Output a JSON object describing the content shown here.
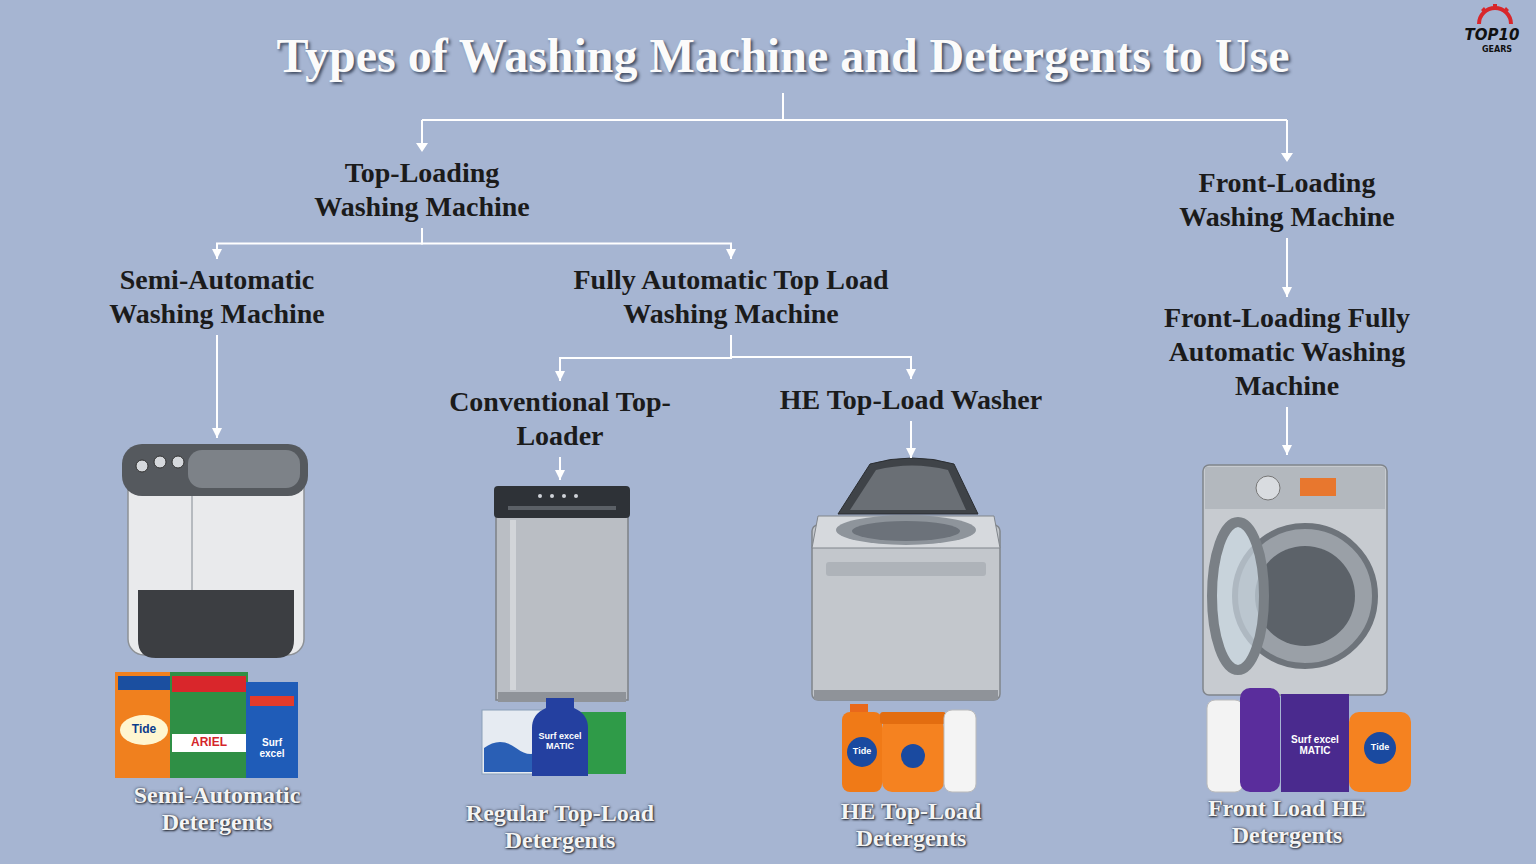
{
  "diagram": {
    "title": "Types of Washing Machine and Detergents to Use",
    "nodes": [
      {
        "text": [
          "Top-Loading Washing Machine"
        ]
      },
      {
        "text": [
          "Front-Loading Washing Machine"
        ]
      },
      {
        "text": [
          "Semi-Automatic Washing Machine"
        ]
      },
      {
        "text": [
          "Fully Automatic Top Load Washing Machine"
        ]
      },
      {
        "text": [
          "Conventional Top-Loader"
        ]
      },
      {
        "text": [
          "HE Top-Load Washer"
        ]
      },
      {
        "text": [
          "Front-Loading Fully Automatic Washing Machine"
        ]
      },
      {
        "text": [
          "Semi-Automatic Detergents"
        ]
      },
      {
        "text": [
          "Regular Top-Load Detergents"
        ]
      },
      {
        "text": [
          "HE Top-Load Detergents"
        ]
      },
      {
        "text": [
          "Front Load HE Detergents"
        ]
      }
    ],
    "edges": [
      {
        "from": 0,
        "to": 2,
        "arrow": "to"
      },
      {
        "from": 0,
        "to": 3,
        "arrow": "to"
      },
      {
        "from": 1,
        "to": 6,
        "arrow": "to"
      },
      {
        "from": 2,
        "to": 7,
        "arrow": "to"
      },
      {
        "from": 3,
        "to": 4,
        "arrow": "to"
      },
      {
        "from": 3,
        "to": 5,
        "arrow": "to"
      },
      {
        "from": 4,
        "to": 8,
        "arrow": "to"
      },
      {
        "from": 5,
        "to": 9,
        "arrow": "to"
      },
      {
        "from": 6,
        "to": 10,
        "arrow": "to"
      }
    ],
    "labels": [
      "TOP10",
      "GEARS",
      "Tide",
      "ARIEL",
      "Surf excel",
      "Surf excel MATIC",
      "Tide",
      "Surf excel MATIC",
      "Tide"
    ]
  }
}
